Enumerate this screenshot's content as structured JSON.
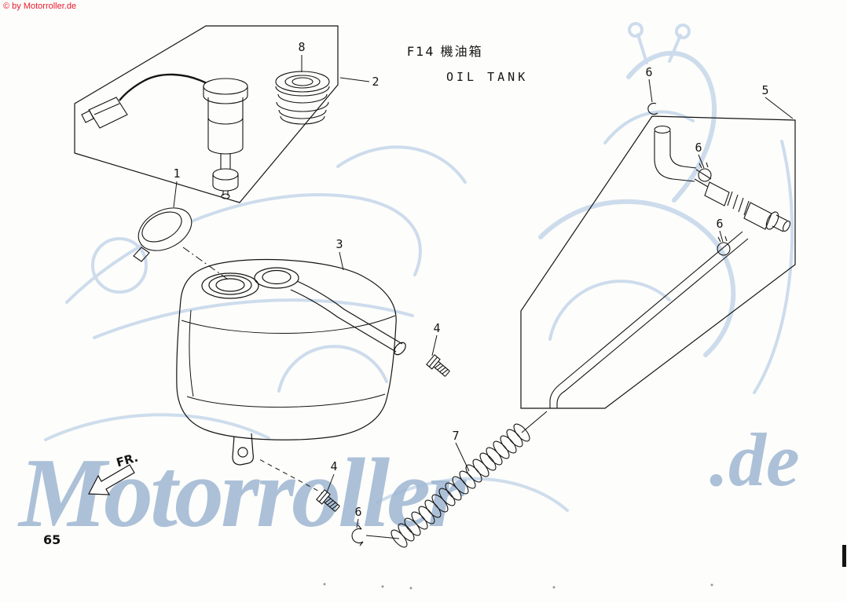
{
  "page": {
    "copyright": "© by Motorroller.de",
    "number": "65"
  },
  "title": {
    "code": "F14",
    "name_cjk": "機油箱",
    "name_en": "OIL TANK"
  },
  "fr_label": "FR.",
  "watermark": {
    "word": "Motorroller",
    "suffix": ".de",
    "color": "#9fb7d3"
  },
  "colors": {
    "line": "#141414",
    "copyright_red": "#e8192c",
    "watermark_art": "#c2d4e9"
  },
  "callouts": [
    {
      "label": "8"
    },
    {
      "label": "2"
    },
    {
      "label": "6"
    },
    {
      "label": "5"
    },
    {
      "label": "6"
    },
    {
      "label": "6"
    },
    {
      "label": "1"
    },
    {
      "label": "3"
    },
    {
      "label": "4"
    },
    {
      "label": "7"
    },
    {
      "label": "4"
    },
    {
      "label": "6"
    }
  ]
}
